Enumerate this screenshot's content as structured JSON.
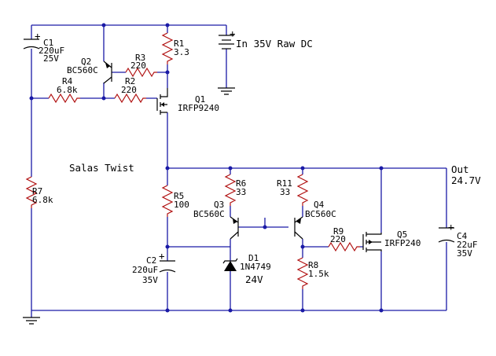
{
  "colors": {
    "wire": "#1a1aa6",
    "part": "#000000",
    "resistor": "#b01010",
    "background": "#ffffff"
  },
  "title": "Salas Twist",
  "input": {
    "label": "In 35V Raw DC"
  },
  "output": {
    "label": "Out",
    "voltage": "24.7V"
  },
  "components": {
    "C1": {
      "name": "C1",
      "value": "220uF",
      "rating": "25V"
    },
    "C2": {
      "name": "C2",
      "value": "220uF",
      "rating": "35V"
    },
    "C4": {
      "name": "C4",
      "value": "22uF",
      "rating": "35V"
    },
    "R1": {
      "name": "R1",
      "value": "3.3"
    },
    "R2": {
      "name": "R2",
      "value": "220"
    },
    "R3": {
      "name": "R3",
      "value": "220"
    },
    "R4": {
      "name": "R4",
      "value": "6.8k"
    },
    "R5": {
      "name": "R5",
      "value": "100"
    },
    "R6": {
      "name": "R6",
      "value": "33"
    },
    "R7": {
      "name": "R7",
      "value": "6.8k"
    },
    "R8": {
      "name": "R8",
      "value": "1.5k"
    },
    "R9": {
      "name": "R9",
      "value": "220"
    },
    "R11": {
      "name": "R11",
      "value": "33"
    },
    "Q1": {
      "name": "Q1",
      "part": "IRFP9240"
    },
    "Q2": {
      "name": "Q2",
      "part": "BC560C"
    },
    "Q3": {
      "name": "Q3",
      "part": "BC560C"
    },
    "Q4": {
      "name": "Q4",
      "part": "BC560C"
    },
    "Q5": {
      "name": "Q5",
      "part": "IRFP240"
    },
    "D1": {
      "name": "D1",
      "part": "1N4749",
      "voltage": "24V"
    }
  },
  "symbols": {
    "plus": "+"
  }
}
